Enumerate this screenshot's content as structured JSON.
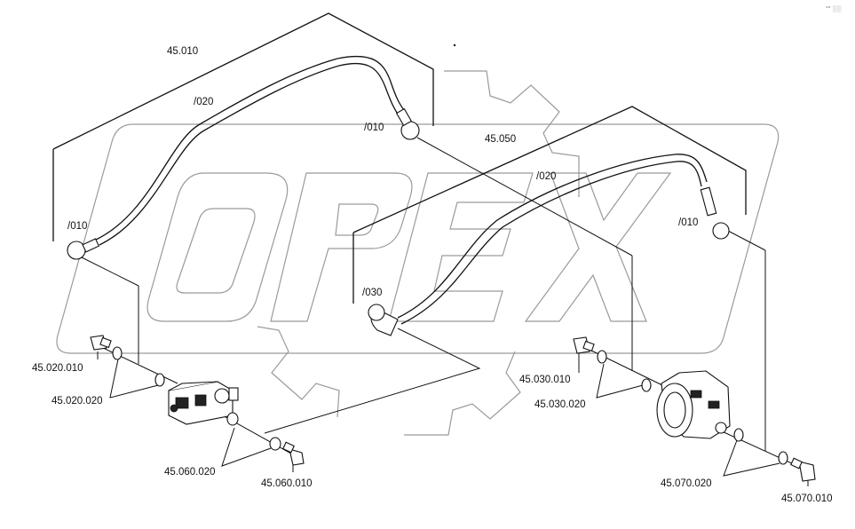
{
  "watermark": {
    "text": "OPEX",
    "color": "#9a9a9a"
  },
  "corner_mark": "°° ░░",
  "callouts": {
    "pipe_assembly_1": "45.010",
    "pipe_assembly_2": "45.050",
    "pipe_1_hose": "/020",
    "pipe_1_fitting_top": "/010",
    "pipe_1_fitting_left": "/010",
    "pipe_2_hose": "/020",
    "pipe_2_fitting_right": "/010",
    "pipe_2_elbow": "/030",
    "bolt_45_020": "45.020.010",
    "washer_45_020": "45.020.020",
    "washer_45_060": "45.060.020",
    "bolt_45_060": "45.060.010",
    "bolt_45_030": "45.030.010",
    "washer_45_030": "45.030.020",
    "washer_45_070": "45.070.020",
    "bolt_45_070": "45.070.010"
  },
  "colors": {
    "line": "#111111",
    "background": "#ffffff"
  }
}
